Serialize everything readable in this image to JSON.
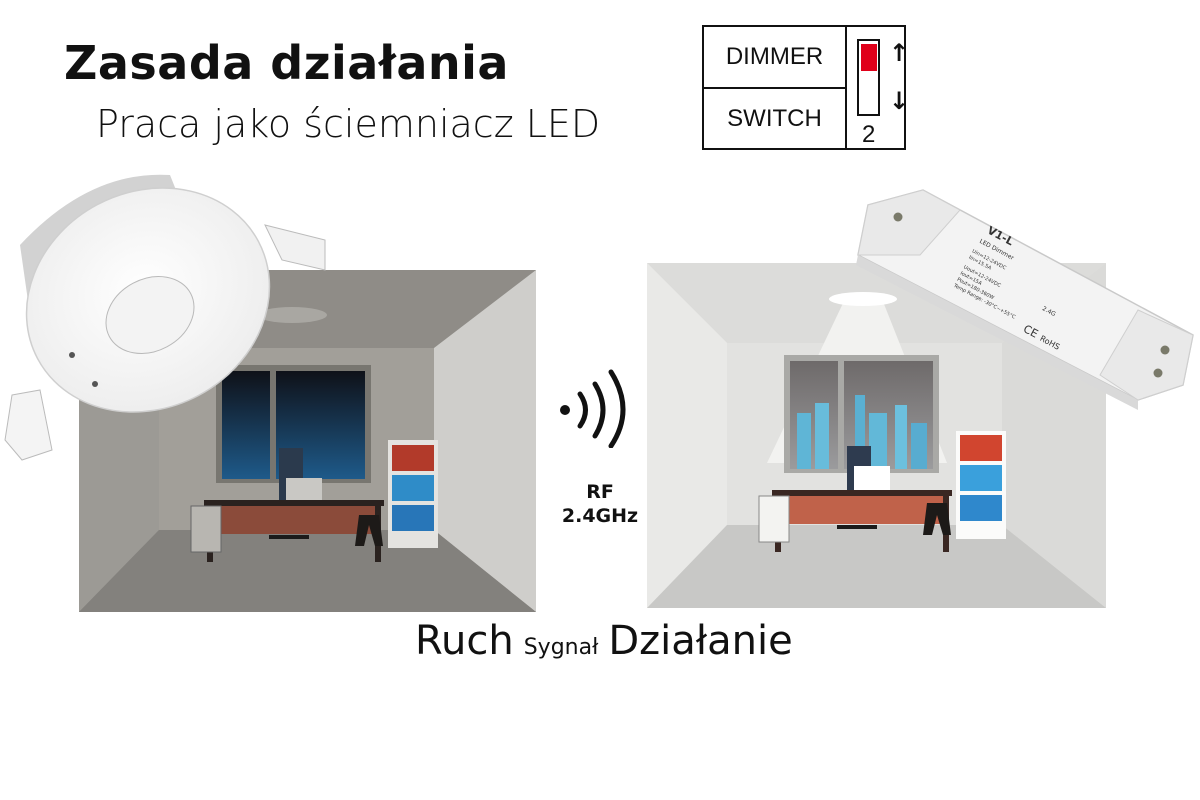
{
  "header": {
    "title": "Zasada działania",
    "subtitle": "Praca jako ściemniacz LED"
  },
  "dip_switch": {
    "modes": [
      "DIMMER",
      "SWITCH"
    ],
    "switch_number": "2",
    "position": "DIMMER",
    "knob_color": "#e0001a",
    "arrow_up": "↑",
    "arrow_down": "↓"
  },
  "sensor_device": {
    "name": "ceiling-motion-sensor",
    "scene": "dark-office"
  },
  "controller_device": {
    "model": "V1-L",
    "type": "LED Dimmer",
    "specs": [
      "Uin=12-24VDC",
      "Iin=15.5A",
      "Uout=12-24VDC",
      "Iout=15A",
      "Pout=180-360W",
      "Temp Range: -30°C~+55°C"
    ],
    "marks": [
      "2.4G",
      "CE",
      "RoHS"
    ],
    "scene": "lit-office"
  },
  "signal": {
    "icon": "wireless-signal-icon",
    "label_line1": "RF",
    "label_line2": "2.4GHz"
  },
  "caption": {
    "left": "Ruch",
    "middle": "Sygnał",
    "right": "Działanie"
  }
}
